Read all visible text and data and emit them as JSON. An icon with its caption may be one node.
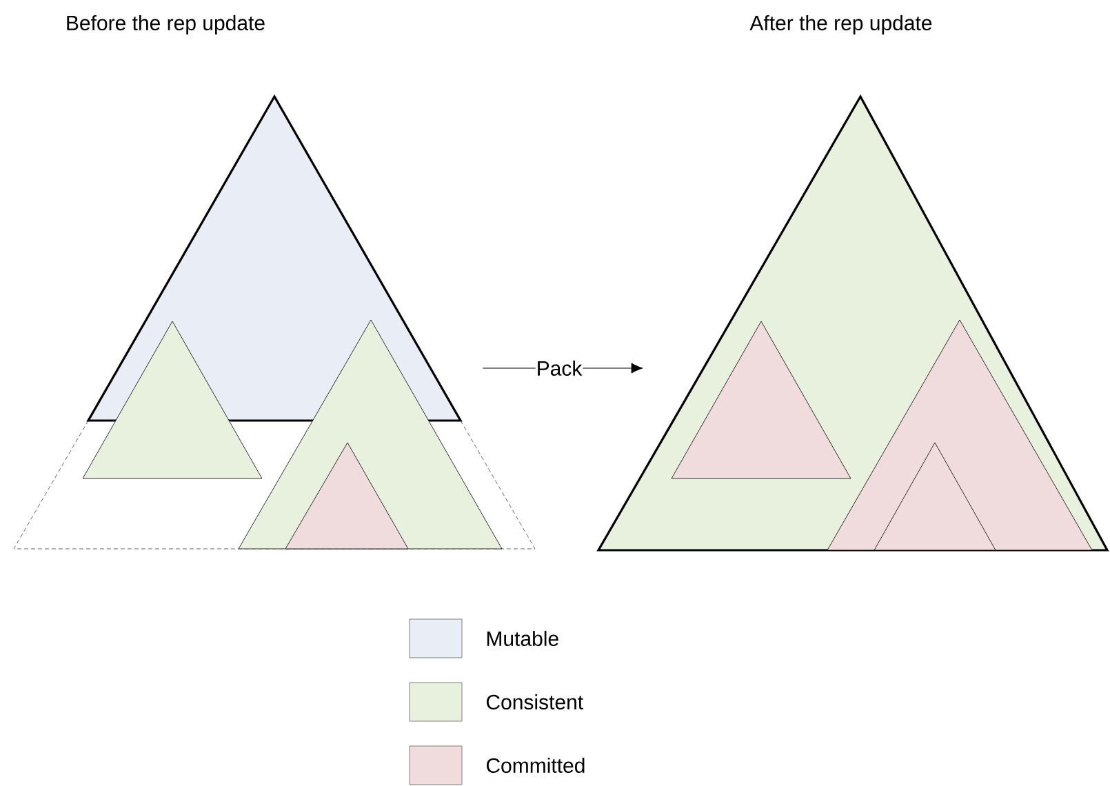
{
  "diagram": {
    "nodes": [
      {
        "text": [],
        "shape": "triangle"
      },
      {
        "text": [],
        "shape": "triangle"
      },
      {
        "text": [],
        "shape": "triangle"
      },
      {
        "text": [],
        "shape": "triangle",
        "in": 2
      },
      {
        "text": [],
        "shape": "triangle"
      },
      {
        "text": [],
        "shape": "triangle",
        "in": 4
      },
      {
        "text": [],
        "shape": "triangle",
        "in": 4
      },
      {
        "text": [],
        "shape": "triangle",
        "in": 6
      }
    ],
    "edges": [
      {
        "from": 0,
        "to": 4,
        "arrow": "to",
        "label": "Pack"
      }
    ],
    "labels": [
      "Before the rep update",
      "After the rep update"
    ],
    "legend": [
      {
        "text": "Mutable",
        "color": "#e8edf6"
      },
      {
        "text": "Consistent",
        "color": "#e8f0de"
      },
      {
        "text": "Committed",
        "color": "#f0dcdc"
      }
    ]
  }
}
